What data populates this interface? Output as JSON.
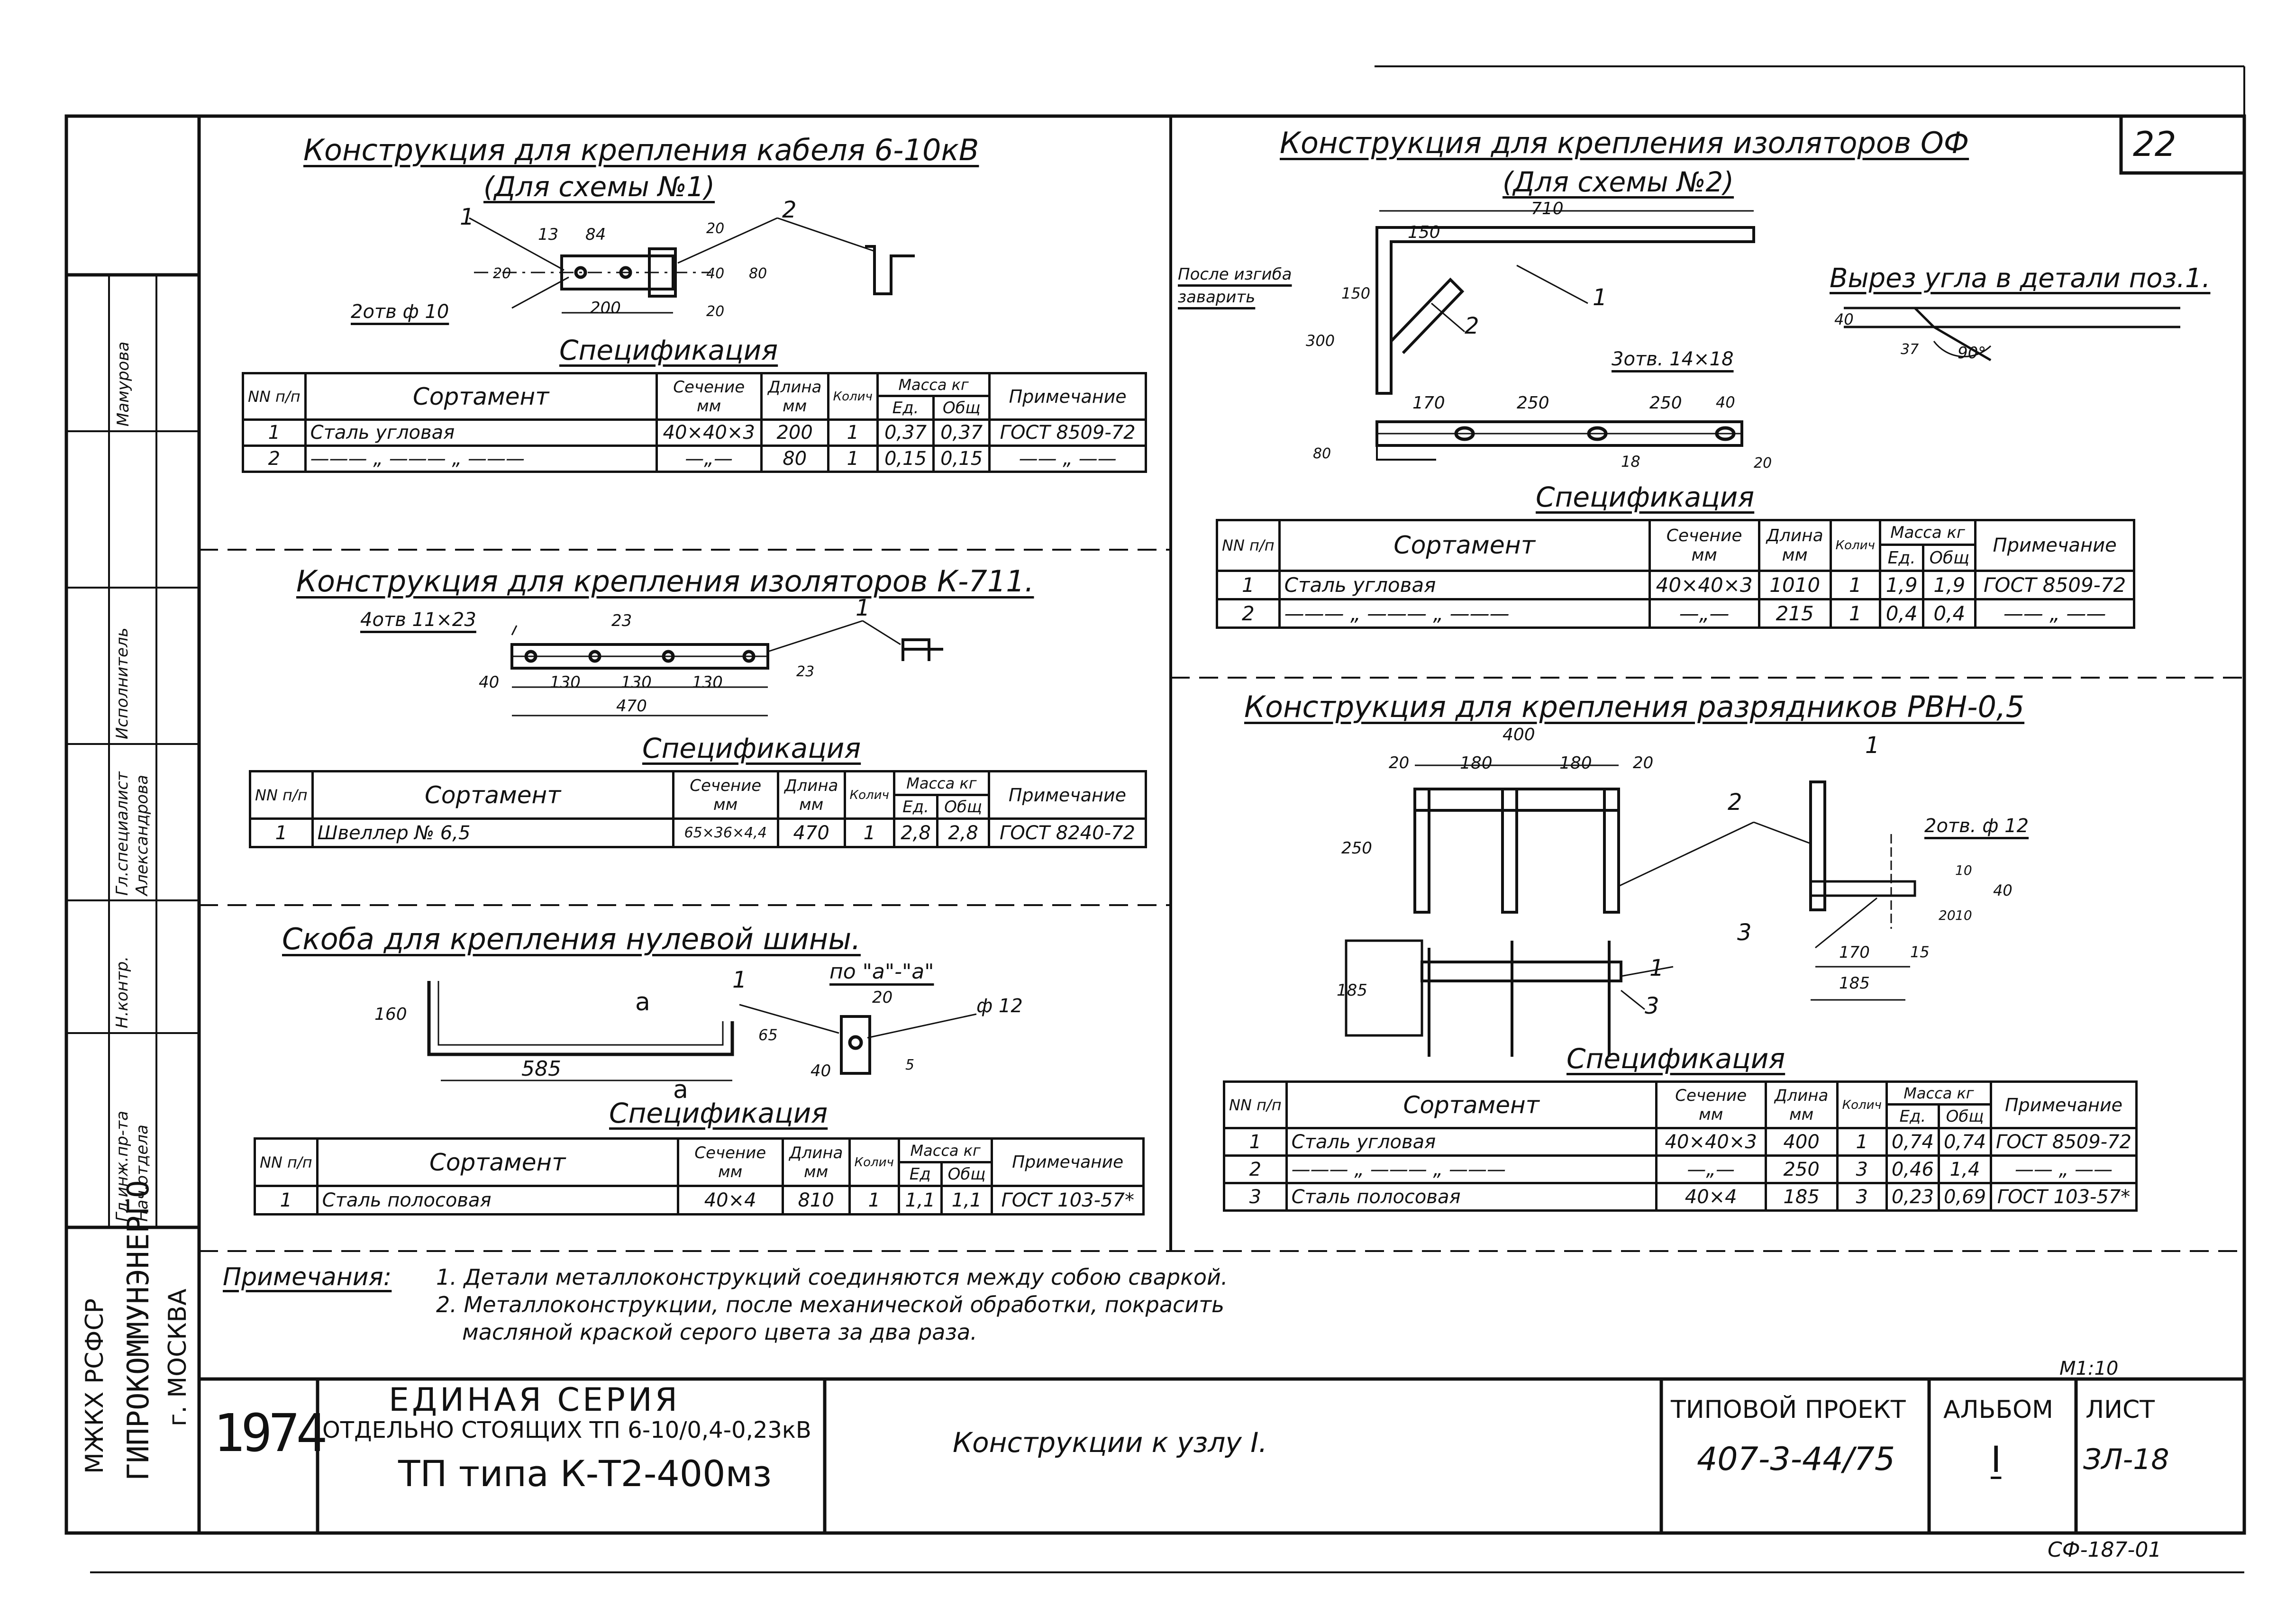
{
  "sheet_number": "22",
  "left_strip": {
    "roles": [
      "Гл.инж.пр-та",
      "Нач.отдела",
      "Н.контр.",
      "Гл.специалист",
      "Исполнитель",
      ""
    ],
    "names": [
      "Александрова",
      "Мамурова"
    ],
    "org_ministry": "МЖКХ РСФСР",
    "org_name": "ГИПРОКОММУНЭНЕРГО",
    "org_city": "г. МОСКВА"
  },
  "sec1": {
    "title": "Конструкция для крепления кабеля 6-10кВ",
    "subtitle": "(Для схемы №1)",
    "dims": [
      "13",
      "84",
      "20",
      "20",
      "40",
      "80",
      "200",
      "20"
    ],
    "callouts": [
      "1",
      "2"
    ],
    "note": "2отв ф 10",
    "spec_title": "Спецификация",
    "headers": [
      "NN п/п",
      "Сортамент",
      "Сечение мм",
      "Длина мм",
      "Колич",
      "Масса кг",
      "Ед.",
      "Общ",
      "Примечание"
    ],
    "rows": [
      [
        "1",
        "Сталь угловая",
        "40×40×3",
        "200",
        "1",
        "0,37",
        "0,37",
        "ГОСТ 8509-72"
      ],
      [
        "2",
        "——— „ ——— „ ———",
        "—„—",
        "80",
        "1",
        "0,15",
        "0,15",
        "—— „ ——"
      ]
    ]
  },
  "sec2": {
    "title": "Конструкция для крепления изоляторов К-711.",
    "dims": [
      "23",
      "40",
      "130",
      "130",
      "130",
      "470",
      "23"
    ],
    "note": "4отв 11×23",
    "callout": "1",
    "spec_title": "Спецификация",
    "headers": [
      "NN п/п",
      "Сортамент",
      "Сечение мм",
      "Длина мм",
      "Колич",
      "Масса кг",
      "Ед.",
      "Общ",
      "Примечание"
    ],
    "rows": [
      [
        "1",
        "Швеллер № 6,5",
        "65×36×4,4",
        "470",
        "1",
        "2,8",
        "2,8",
        "ГОСТ 8240-72"
      ]
    ]
  },
  "sec3": {
    "title": "Скоба для крепления нулевой шины.",
    "section_label": "по \"а\"-\"а\"",
    "dims": [
      "160",
      "585",
      "65",
      "20",
      "40",
      "ф 12",
      "5"
    ],
    "marks": [
      "а",
      "а"
    ],
    "callout": "1",
    "spec_title": "Спецификация",
    "headers": [
      "NN п/п",
      "Сортамент",
      "Сечение мм",
      "Длина мм",
      "Колич",
      "Масса кг",
      "Ед",
      "Общ",
      "Примечание"
    ],
    "rows": [
      [
        "1",
        "Сталь полосовая",
        "40×4",
        "810",
        "1",
        "1,1",
        "1,1",
        "ГОСТ 103-57*"
      ]
    ]
  },
  "sec4": {
    "title": "Конструкция для крепления изоляторов ОФ",
    "subtitle": "(Для схемы №2)",
    "dims": [
      "710",
      "150",
      "150",
      "300",
      "170",
      "250",
      "250",
      "40",
      "80",
      "18",
      "20"
    ],
    "note_bend": "После изгиба заварить",
    "note_holes": "3отв. 14×18",
    "callouts": [
      "1",
      "2"
    ],
    "cut_title": "Вырез угла в детали поз.1.",
    "cut_dims": [
      "40",
      "37",
      "90°"
    ],
    "spec_title": "Спецификация",
    "headers": [
      "NN п/п",
      "Сортамент",
      "Сечение мм",
      "Длина мм",
      "Колич",
      "Масса кг",
      "Ед.",
      "Общ",
      "Примечание"
    ],
    "rows": [
      [
        "1",
        "Сталь угловая",
        "40×40×3",
        "1010",
        "1",
        "1,9",
        "1,9",
        "ГОСТ 8509-72"
      ],
      [
        "2",
        "——— „ ——— „ ———",
        "—„—",
        "215",
        "1",
        "0,4",
        "0,4",
        "—— „ ——"
      ]
    ]
  },
  "sec5": {
    "title": "Конструкция для крепления разрядников РВН-0,5",
    "dims": [
      "400",
      "20",
      "180",
      "180",
      "20",
      "250",
      "185",
      "2отв. ф 12",
      "10",
      "20",
      "10",
      "40",
      "170",
      "15",
      "185"
    ],
    "callouts": [
      "1",
      "2",
      "3",
      "1",
      "3"
    ],
    "spec_title": "Спецификация",
    "headers": [
      "NN п/п",
      "Сортамент",
      "Сечение мм",
      "Длина мм",
      "Колич",
      "Масса кг",
      "Ед.",
      "Общ",
      "Примечание"
    ],
    "rows": [
      [
        "1",
        "Сталь угловая",
        "40×40×3",
        "400",
        "1",
        "0,74",
        "0,74",
        "ГОСТ 8509-72"
      ],
      [
        "2",
        "——— „ ——— „ ———",
        "—„—",
        "250",
        "3",
        "0,46",
        "1,4",
        "—— „ ——"
      ],
      [
        "3",
        "Сталь полосовая",
        "40×4",
        "185",
        "3",
        "0,23",
        "0,69",
        "ГОСТ 103-57*"
      ]
    ]
  },
  "notes": {
    "label": "Примечания:",
    "items": [
      "1. Детали металлоконструкций соединяются между собою сваркой.",
      "2. Металлоконструкции, после механической обработки, покрасить",
      "масляной краской серого цвета за два раза."
    ]
  },
  "scale": "М1:10",
  "title_block": {
    "year": "1974",
    "series_title": "ЕДИНАЯ СЕРИЯ",
    "series_line2": "ОТДЕЛЬНО СТОЯЩИХ ТП 6-10/0,4-0,23кВ",
    "series_line3": "ТП типа К-Т2-400мз",
    "drawing_name": "Конструкции к узлу I.",
    "project_label": "ТИПОВОЙ ПРОЕКТ",
    "project_value": "407-3-44/75",
    "album_label": "АЛЬБОМ",
    "album_value": "I",
    "sheet_label": "ЛИСТ",
    "sheet_value": "ЗЛ-18"
  },
  "corner_code": "СФ-187-01"
}
